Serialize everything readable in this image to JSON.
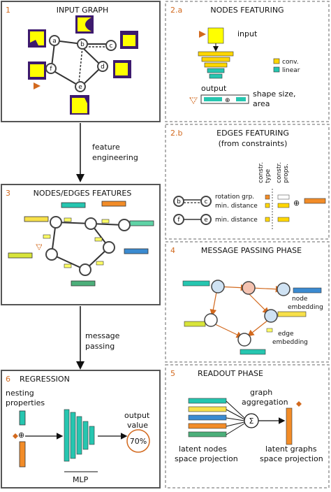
{
  "panels": {
    "p1": {
      "num": "1",
      "title": "INPUT GRAPH",
      "nodes": [
        "a",
        "b",
        "c",
        "d",
        "e",
        "f"
      ]
    },
    "p2a": {
      "num": "2.a",
      "title": "NODES FEATURING",
      "input": "input",
      "output": "output",
      "legend": [
        "conv.",
        "linear"
      ],
      "shape_label_1": "shape size,",
      "shape_label_2": "area"
    },
    "p2b": {
      "num": "2.b",
      "title": "EDGES FEATURING",
      "subtitle": "(from constraints)",
      "col1": "constr.",
      "col1b": "type",
      "col2": "constr.",
      "col2b": "props.",
      "rows": [
        "rotation grp.",
        "min. distance",
        "min. distance"
      ]
    },
    "p3": {
      "num": "3",
      "title": "NODES/EDGES FEATURES"
    },
    "p4": {
      "num": "4",
      "title": "MESSAGE PASSING PHASE",
      "node_emb_1": "node",
      "node_emb_2": "embedding",
      "edge_emb_1": "edge",
      "edge_emb_2": "embedding"
    },
    "p5": {
      "num": "5",
      "title": "READOUT PHASE",
      "agg_1": "graph",
      "agg_2": "aggregation",
      "sigma": "Σ",
      "latent_nodes_1": "latent nodes",
      "latent_nodes_2": "space projection",
      "latent_graphs_1": "latent graphs",
      "latent_graphs_2": "space projection"
    },
    "p6": {
      "num": "6",
      "title": "REGRESSION",
      "nesting_1": "nesting",
      "nesting_2": "properties",
      "output_1": "output",
      "output_2": "value",
      "output_value": "70%",
      "mlp": "MLP",
      "oplus": "⊕"
    }
  },
  "arrows": {
    "a1_1": "feature",
    "a1_2": "engineering",
    "a2_1": "message",
    "a2_2": "passing"
  },
  "colors": {
    "accent": "#d2691e",
    "yellow": "#ffff00",
    "purple": "#3d1a6e",
    "teal": "#26c6b0",
    "orange": "#f28c28"
  }
}
